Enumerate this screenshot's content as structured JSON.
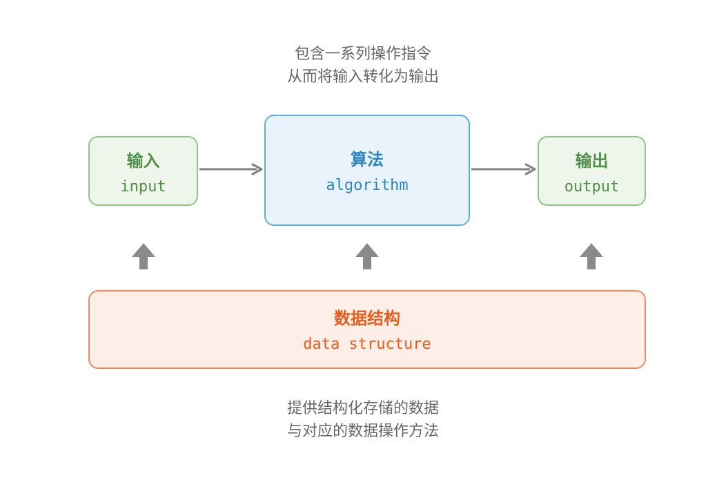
{
  "captions": {
    "top": [
      "包含一系列操作指令",
      "从而将输入转化为输出"
    ],
    "bottom": [
      "提供结构化存储的数据",
      "与对应的数据操作方法"
    ]
  },
  "boxes": {
    "input": {
      "title": "输入",
      "sub": "input"
    },
    "algorithm": {
      "title": "算法",
      "sub": "algorithm"
    },
    "output": {
      "title": "输出",
      "sub": "output"
    },
    "data_structure": {
      "title": "数据结构",
      "sub": "data structure"
    }
  },
  "colors": {
    "green_fill": "#eef6ec",
    "green_border": "#8cc584",
    "green_text": "#4f8f47",
    "blue_fill": "#e8f3fb",
    "blue_border": "#5baee0",
    "blue_text": "#2d84c2",
    "orange_fill": "#fdeee7",
    "orange_border": "#f08a5d",
    "orange_text": "#e85d1c",
    "arrow": "#808080",
    "caption": "#666666"
  }
}
